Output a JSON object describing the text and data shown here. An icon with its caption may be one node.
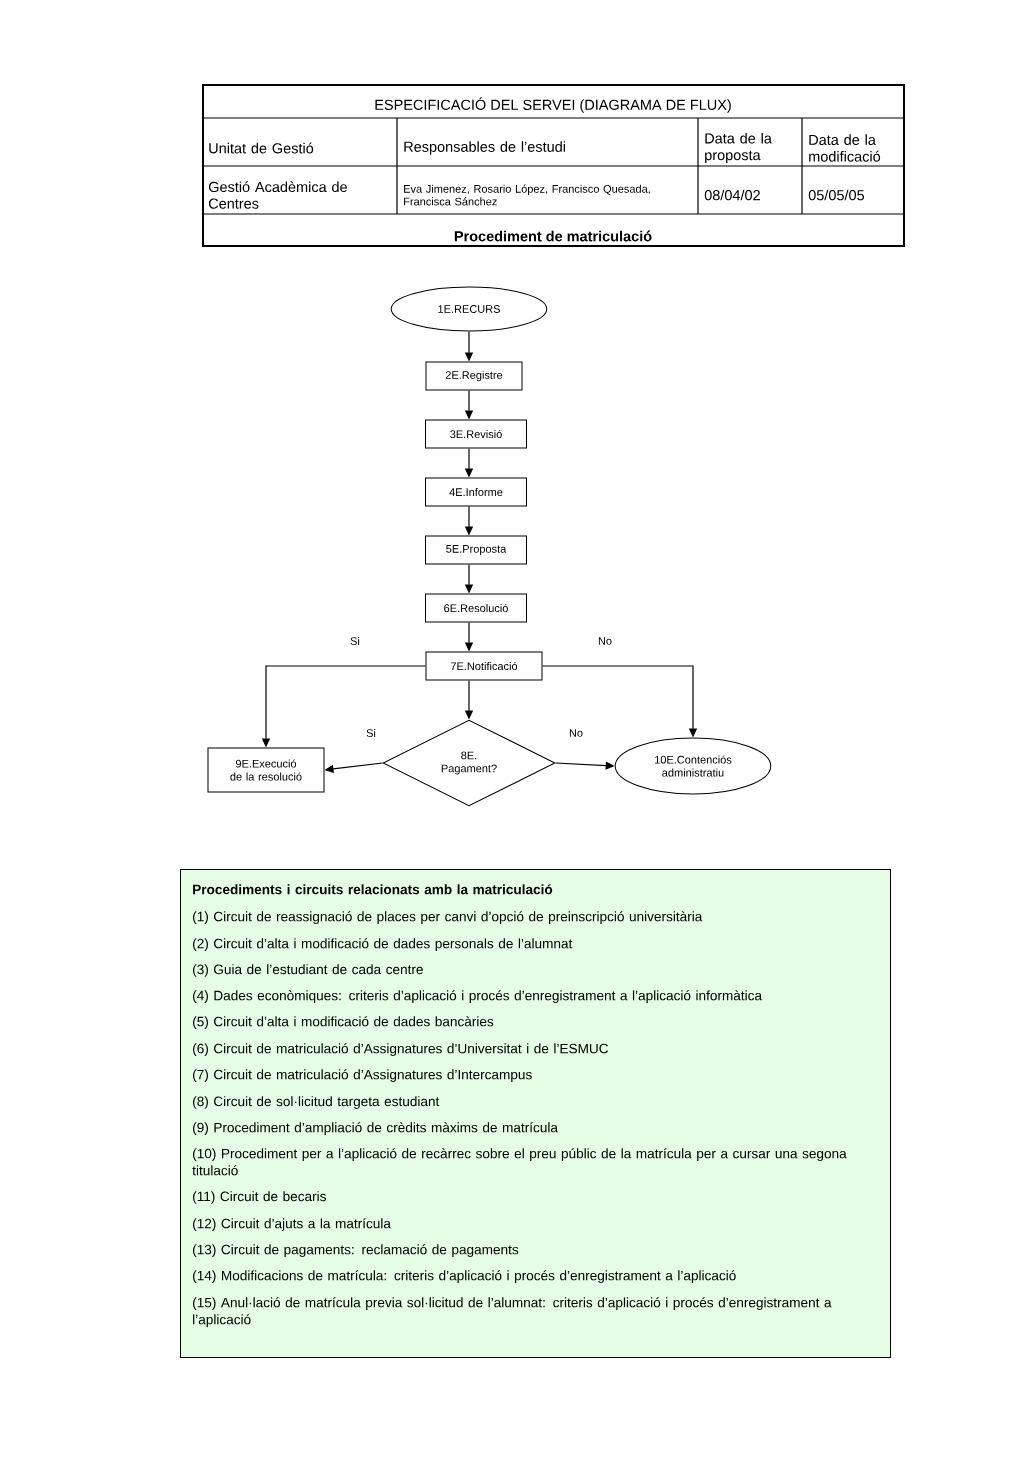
{
  "diagram": {
    "title": "ESPECIFICACIÓ DEL SERVEI (DIAGRAMA DE FLUX)",
    "nodes": [
      {
        "text": [
          "1E.RECURS"
        ]
      },
      {
        "text": [
          "2E.Registre"
        ]
      },
      {
        "text": [
          "3E.Revisió"
        ]
      },
      {
        "text": [
          "4E.Informe"
        ]
      },
      {
        "text": [
          "5E.Proposta"
        ]
      },
      {
        "text": [
          "6E.Resolució"
        ]
      },
      {
        "text": [
          "7E.Notificació"
        ]
      },
      {
        "text": [
          "8E. Pagament?"
        ]
      },
      {
        "text": [
          "9E.Execució de la resolució"
        ]
      },
      {
        "text": [
          "10E.Contenciós administratiu"
        ]
      },
      {
        "text": [
          "Procediments i circuits relacionats amb la matriculació",
          "(1) Circuit de reassignació de places per canvi d’opció de preinscripció universitària",
          "(2) Circuit d’alta i modificació de dades personals de l’alumnat",
          "(3) Guia de l’estudiant de cada centre",
          "(4) Dades econòmiques: criteris d’aplicació i procés d’enregistrament a l’aplicació informàtica",
          "(5) Circuit d’alta i modificació de dades bancàries",
          "(6) Circuit de matriculació d’Assignatures d’Universitat i de l’ESMUC",
          "(7) Circuit de matriculació d’Assignatures d’Intercampus",
          "(8) Circuit de sol·licitud targeta estudiant",
          "(9) Procediment d’ampliació de crèdits màxims de matrícula",
          "(10) Procediment per a l’aplicació de recàrrec sobre el preu públic de la matrícula per a cursar una segona titulació",
          "(11) Circuit de becaris",
          "(12) Circuit d’ajuts a la matrícula",
          "(13) Circuit de pagaments: reclamació de pagaments",
          "(14) Modificacions de matrícula: criteris d’aplicació i procés d’enregistrament a l’aplicació",
          "(15) Anul·lació de matrícula previa sol·licitud de l’alumnat: criteris d’aplicació i procés d’enregistrament a l’aplicació"
        ]
      }
    ],
    "edges": [
      {
        "from": 0,
        "to": 1,
        "arrow": "to"
      },
      {
        "from": 1,
        "to": 2,
        "arrow": "to"
      },
      {
        "from": 2,
        "to": 3,
        "arrow": "to"
      },
      {
        "from": 3,
        "to": 4,
        "arrow": "to"
      },
      {
        "from": 4,
        "to": 5,
        "arrow": "to"
      },
      {
        "from": 5,
        "to": 6,
        "arrow": "to"
      },
      {
        "from": 6,
        "to": 7,
        "arrow": "to"
      },
      {
        "from": 6,
        "to": 8,
        "arrow": "to",
        "label": "Si"
      },
      {
        "from": 6,
        "to": 9,
        "arrow": "to",
        "label": "No"
      },
      {
        "from": 7,
        "to": 8,
        "arrow": "to",
        "label": "Si"
      },
      {
        "from": 7,
        "to": 9,
        "arrow": "to",
        "label": "No"
      }
    ],
    "labels": [
      "Unitat de Gestió",
      "Responsables de l’estudi",
      "Data de la proposta",
      "Data de la modificació",
      "Gestió Acadèmica de Centres",
      "Eva Jimenez, Rosario López, Francisco Quesada, Francisca Sánchez",
      "08/04/02",
      "05/05/05",
      "Procediment de matriculació"
    ]
  }
}
